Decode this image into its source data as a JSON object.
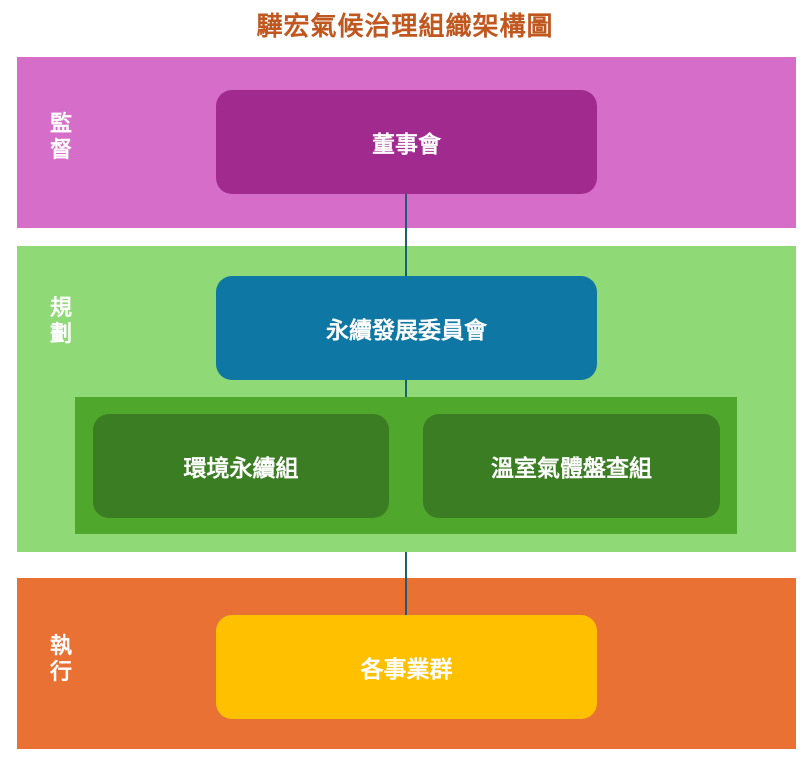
{
  "title": "驊宏氣候治理組織架構圖",
  "colors": {
    "title": "#c0571f",
    "supervision_band": "#d66ec9",
    "planning_band": "#8fd976",
    "planning_inner": "#4fa72c",
    "execution_band": "#e97134",
    "board_box": "#a12a8f",
    "committee_box": "#0f77a3",
    "team_box": "#3a7d22",
    "business_box": "#ffc000",
    "connector": "#1b5e7c"
  },
  "levels": [
    {
      "label_lines": [
        "監",
        "督"
      ],
      "boxes": [
        "董事會"
      ]
    },
    {
      "label_lines": [
        "規",
        "劃"
      ],
      "boxes": [
        "永續發展委員會"
      ],
      "sub_boxes": [
        "環境永續組",
        "溫室氣體盤查組"
      ]
    },
    {
      "label_lines": [
        "執",
        "行"
      ],
      "boxes": [
        "各事業群"
      ]
    }
  ]
}
